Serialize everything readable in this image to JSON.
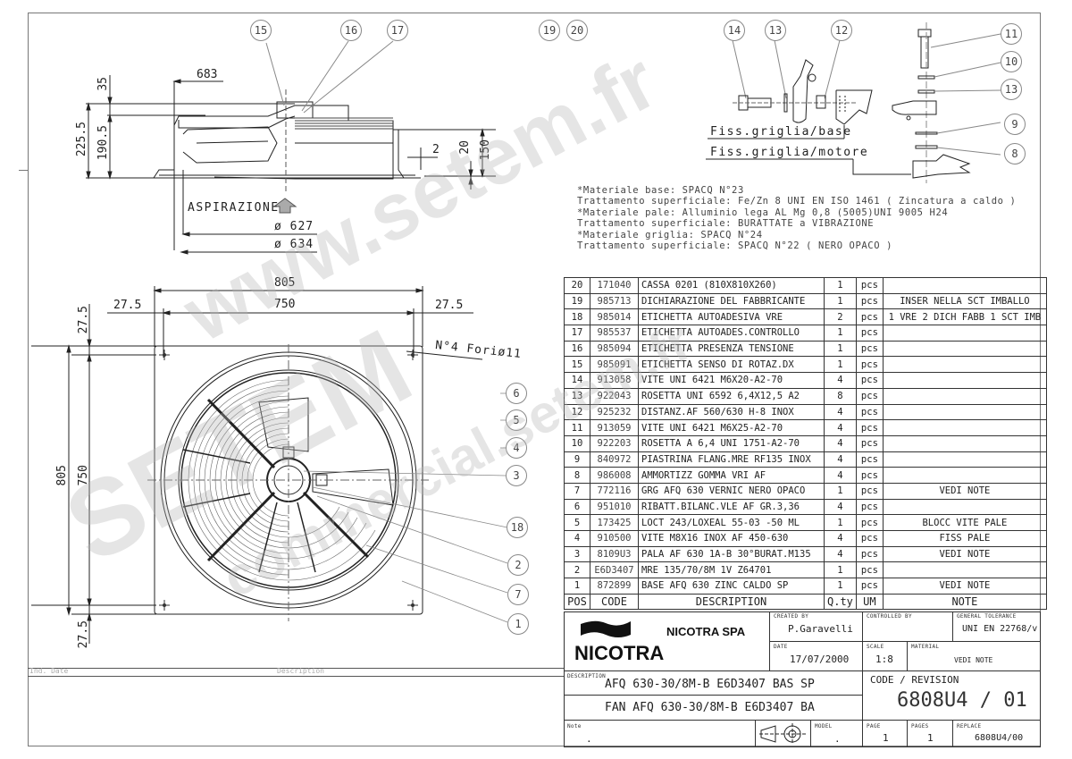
{
  "balloons_top": [
    "15",
    "16",
    "17",
    "19",
    "20"
  ],
  "balloons_detail": [
    "14",
    "13",
    "12",
    "11",
    "10",
    "13",
    "9",
    "8"
  ],
  "balloons_front": [
    "6",
    "5",
    "4",
    "3",
    "18",
    "2",
    "7",
    "1"
  ],
  "side_view": {
    "dims": {
      "d683": "683",
      "d35": "35",
      "d225_5": "225.5",
      "d190_5": "190.5",
      "d2": "2",
      "d20": "20",
      "d150": "150",
      "d627": "ø 627",
      "d634": "ø 634"
    },
    "aspirazione": "ASPIRAZIONE"
  },
  "front_view": {
    "dims": {
      "w805": "805",
      "w750": "750",
      "w27_5_left": "27.5",
      "w27_5_right": "27.5",
      "h27_5_top": "27.5",
      "h805": "805",
      "h750": "750",
      "h27_5_bottom": "27.5"
    },
    "holes_note": "N°4 Foriø11"
  },
  "detail_view": {
    "fiss_base": "Fiss.griglia/base",
    "fiss_motore": "Fiss.griglia/motore"
  },
  "material_notes": [
    "*Materiale base: SPACQ N°23",
    " Trattamento superficiale: Fe/Zn 8 UNI EN ISO 1461 ( Zincatura a caldo )",
    "*Materiale pale: Alluminio lega AL Mg 0,8 (5005)UNI 9005 H24",
    " Trattamento superficiale: BURATTATE a VIBRAZIONE",
    "*Materiale griglia: SPACQ N°24",
    " Trattamento superficiale: SPACQ  N°22 ( NERO OPACO )"
  ],
  "revision_strip": {
    "ind_date": "Ind.  Date",
    "description": "Description"
  },
  "parts_table": {
    "headers": {
      "pos": "POS",
      "code": "CODE",
      "description": "DESCRIPTION",
      "qty": "Q.ty",
      "um": "UM",
      "note": "NOTE"
    },
    "rows": [
      {
        "pos": "20",
        "code": "171040",
        "description": "CASSA 0201 (810X810X260)",
        "qty": "1",
        "um": "pcs",
        "note": ""
      },
      {
        "pos": "19",
        "code": "985713",
        "description": "DICHIARAZIONE DEL FABBRICANTE",
        "qty": "1",
        "um": "pcs",
        "note": "INSER NELLA SCT IMBALLO"
      },
      {
        "pos": "18",
        "code": "985014",
        "description": "ETICHETTA AUTOADESIVA VRE",
        "qty": "2",
        "um": "pcs",
        "note": "1 VRE 2 DICH FABB 1 SCT IMB"
      },
      {
        "pos": "17",
        "code": "985537",
        "description": "ETICHETTA AUTOADES.CONTROLLO",
        "qty": "1",
        "um": "pcs",
        "note": ""
      },
      {
        "pos": "16",
        "code": "985094",
        "description": "ETICHETTA PRESENZA TENSIONE",
        "qty": "1",
        "um": "pcs",
        "note": ""
      },
      {
        "pos": "15",
        "code": "985091",
        "description": "ETICHETTA SENSO DI ROTAZ.DX",
        "qty": "1",
        "um": "pcs",
        "note": ""
      },
      {
        "pos": "14",
        "code": "913058",
        "description": "VITE UNI 6421 M6X20-A2-70",
        "qty": "4",
        "um": "pcs",
        "note": ""
      },
      {
        "pos": "13",
        "code": "922043",
        "description": "ROSETTA UNI 6592 6,4X12,5 A2",
        "qty": "8",
        "um": "pcs",
        "note": ""
      },
      {
        "pos": "12",
        "code": "925232",
        "description": "DISTANZ.AF 560/630 H-8 INOX",
        "qty": "4",
        "um": "pcs",
        "note": ""
      },
      {
        "pos": "11",
        "code": "913059",
        "description": "VITE UNI 6421 M6X25-A2-70",
        "qty": "4",
        "um": "pcs",
        "note": ""
      },
      {
        "pos": "10",
        "code": "922203",
        "description": "ROSETTA A 6,4 UNI 1751-A2-70",
        "qty": "4",
        "um": "pcs",
        "note": ""
      },
      {
        "pos": "9",
        "code": "840972",
        "description": "PIASTRINA FLANG.MRE RF135 INOX",
        "qty": "4",
        "um": "pcs",
        "note": ""
      },
      {
        "pos": "8",
        "code": "986008",
        "description": "AMMORTIZZ GOMMA VRI AF",
        "qty": "4",
        "um": "pcs",
        "note": ""
      },
      {
        "pos": "7",
        "code": "772116",
        "description": "GRG AFQ 630 VERNIC NERO OPACO",
        "qty": "1",
        "um": "pcs",
        "note": "VEDI NOTE"
      },
      {
        "pos": "6",
        "code": "951010",
        "description": "RIBATT.BILANC.VLE AF GR.3,36",
        "qty": "4",
        "um": "pcs",
        "note": ""
      },
      {
        "pos": "5",
        "code": "173425",
        "description": "LOCT 243/LOXEAL 55-03 -50 ML",
        "qty": "1",
        "um": "pcs",
        "note": "BLOCC VITE PALE"
      },
      {
        "pos": "4",
        "code": "910500",
        "description": "VITE M8X16 INOX AF 450-630",
        "qty": "4",
        "um": "pcs",
        "note": "FISS PALE"
      },
      {
        "pos": "3",
        "code": "8109U3",
        "description": "PALA AF 630 1A-B 30°BURAT.M135",
        "qty": "4",
        "um": "pcs",
        "note": "VEDI NOTE"
      },
      {
        "pos": "2",
        "code": "E6D3407",
        "description": "MRE 135/70/8M 1V Z64701",
        "qty": "1",
        "um": "pcs",
        "note": ""
      },
      {
        "pos": "1",
        "code": "872899",
        "description": "BASE AFQ 630 ZINC CALDO SP",
        "qty": "1",
        "um": "pcs",
        "note": "VEDI NOTE"
      }
    ]
  },
  "title_block": {
    "company": "NICOTRA SPA",
    "logo_text": "NICOTRA",
    "created_by_label": "CREATED BY",
    "created_by": "P.Garavelli",
    "controlled_by_label": "CONTROLLED BY",
    "controlled_by": "",
    "tolerance_label": "GENERAL TOLERANCE",
    "tolerance": "UNI EN 22768/v",
    "date_label": "DATE",
    "date": "17/07/2000",
    "scale_label": "SCALE",
    "scale": "1:8",
    "material_label": "MATERIAL",
    "material": "VEDI NOTE",
    "description_label": "DESCRIPTION",
    "description_1": "AFQ 630-30/8M-B E6D3407 BAS SP",
    "description_2": "FAN AFQ 630-30/8M-B E6D3407 BA",
    "code_revision_label": "CODE / REVISION",
    "code_revision": "6808U4 / 01",
    "note_label": "Note",
    "note": ".",
    "model_label": "MODEL",
    "model": ".",
    "page_label": "PAGE",
    "page": "1",
    "pages_label": "PAGES",
    "pages": "1",
    "replace_label": "REPLACE",
    "replace": "6808U4/00"
  },
  "watermark": {
    "line1": "www.setem.fr",
    "line2": "SETEM",
    "line3": "commercial.setem.fr"
  }
}
